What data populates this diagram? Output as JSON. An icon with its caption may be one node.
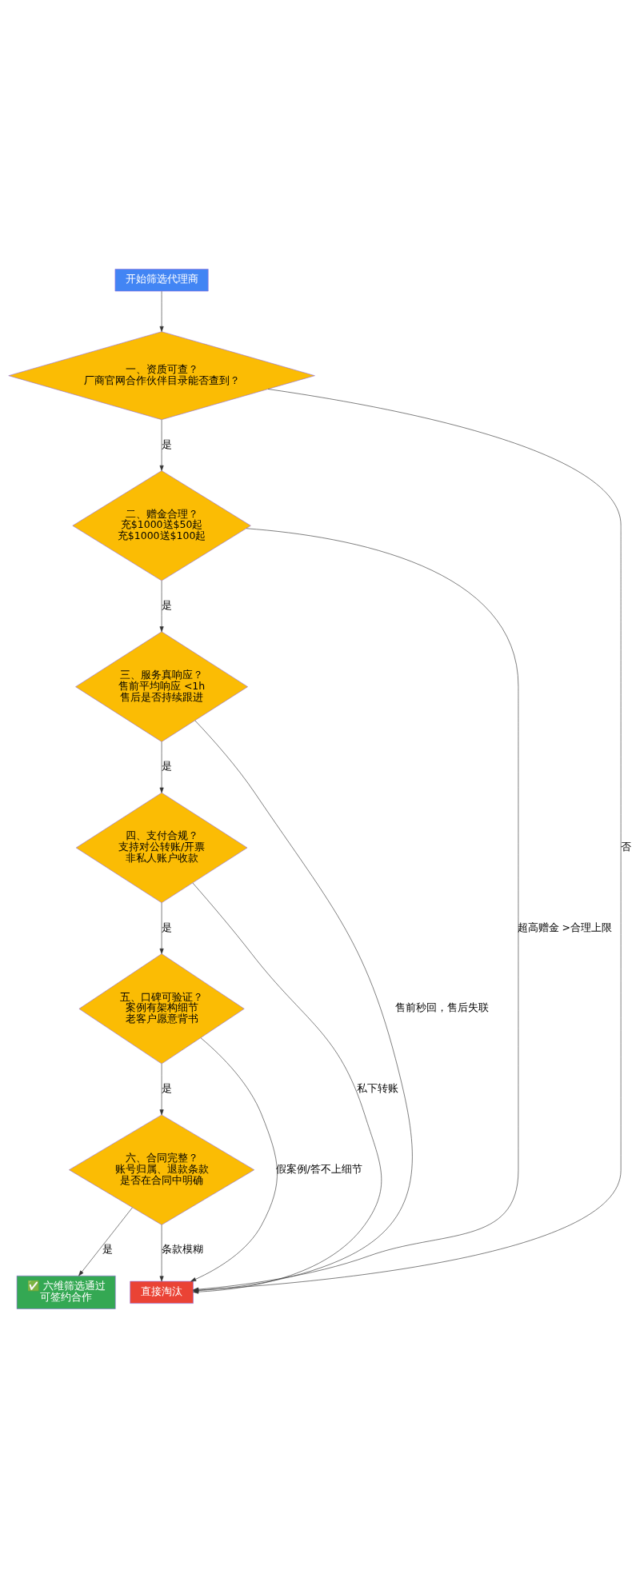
{
  "diagram": {
    "nodes": [
      {
        "text": [
          "开始筛选代理商"
        ]
      },
      {
        "text": [
          "一、资质可查？",
          "厂商官网合作伙伴目录能否查到？"
        ]
      },
      {
        "text": [
          "二、赠金合理？",
          "充$1000送$50起",
          "充$1000送$100起"
        ]
      },
      {
        "text": [
          "三、服务真响应？",
          "售前平均响应 <1h",
          "售后是否持续跟进"
        ]
      },
      {
        "text": [
          "四、支付合规？",
          "支持对公转账/开票",
          "非私人账户收款"
        ]
      },
      {
        "text": [
          "五、口碑可验证？",
          "案例有架构细节",
          "老客户愿意背书"
        ]
      },
      {
        "text": [
          "六、合同完整？",
          "账号归属、退款条款",
          "是否在合同中明确"
        ]
      },
      {
        "text": [
          "直接淘汰"
        ]
      },
      {
        "text": [
          "✅ 六维筛选通过",
          "可签约合作"
        ]
      }
    ],
    "edges": [
      {
        "from": 0,
        "to": 1,
        "arrow": "to"
      },
      {
        "from": 1,
        "to": 2,
        "arrow": "to",
        "label": "是"
      },
      {
        "from": 1,
        "to": 7,
        "arrow": "to",
        "label": "否"
      },
      {
        "from": 2,
        "to": 3,
        "arrow": "to",
        "label": "是"
      },
      {
        "from": 2,
        "to": 7,
        "arrow": "to",
        "label": "超高赠金 >合理上限"
      },
      {
        "from": 3,
        "to": 4,
        "arrow": "to",
        "label": "是"
      },
      {
        "from": 3,
        "to": 7,
        "arrow": "to",
        "label": "售前秒回，售后失联"
      },
      {
        "from": 4,
        "to": 5,
        "arrow": "to",
        "label": "是"
      },
      {
        "from": 4,
        "to": 7,
        "arrow": "to",
        "label": "私下转账"
      },
      {
        "from": 5,
        "to": 6,
        "arrow": "to",
        "label": "是"
      },
      {
        "from": 5,
        "to": 7,
        "arrow": "to",
        "label": "假案例/答不上细节"
      },
      {
        "from": 6,
        "to": 8,
        "arrow": "to",
        "label": "是"
      },
      {
        "from": 6,
        "to": 7,
        "arrow": "to",
        "label": "条款模糊"
      }
    ]
  }
}
